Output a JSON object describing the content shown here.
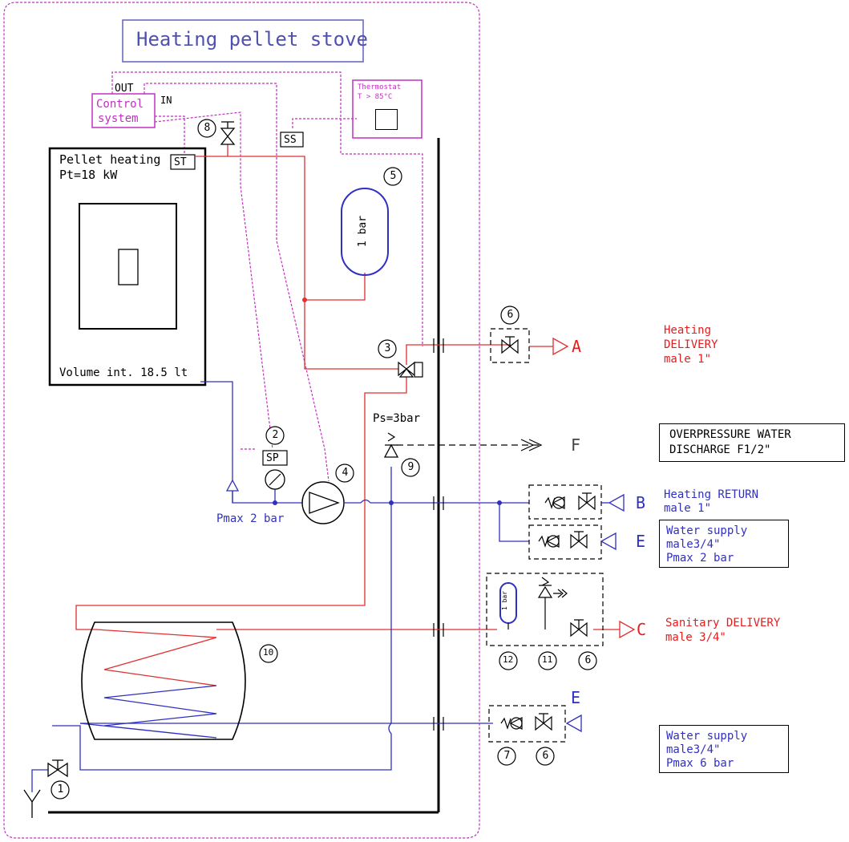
{
  "title": "Heating pellet stove",
  "control": {
    "line1": "Control",
    "line2": "system",
    "out": "OUT",
    "in": "IN"
  },
  "thermostat": {
    "line1": "Thermostat",
    "line2": "T > 85°C"
  },
  "sensors": {
    "st": "ST",
    "ss": "SS",
    "sp": "SP"
  },
  "boiler": {
    "name": "Pellet heating",
    "power": "Pt=18 kW",
    "volume": "Volume int. 18.5 lt"
  },
  "expansion_vessel": {
    "label": "1 bar"
  },
  "small_vessel": {
    "label": "1 bar"
  },
  "pressure": {
    "ps": "Ps=3bar",
    "pmax": "Pmax 2 bar"
  },
  "numbers": [
    "1",
    "2",
    "3",
    "4",
    "5",
    "6",
    "7",
    "8",
    "9",
    "10",
    "11",
    "12"
  ],
  "connections": {
    "A": {
      "letter": "A",
      "line1": "Heating",
      "line2": "DELIVERY",
      "line3": "male 1\"",
      "color": "#e02020"
    },
    "F": {
      "letter": "F",
      "line1": "OVERPRESSURE WATER",
      "line2": "DISCHARGE F1/2\""
    },
    "B": {
      "letter": "B",
      "line1": "Heating RETURN",
      "line2": "male 1\"",
      "color": "#3030c0"
    },
    "E1": {
      "letter": "E",
      "line1": "Water supply",
      "line2": "male3/4\"",
      "line3": "Pmax 2 bar"
    },
    "C": {
      "letter": "C",
      "line1": "Sanitary DELIVERY",
      "line2": "male 3/4\"",
      "color": "#e02020"
    },
    "E2": {
      "letter": "E",
      "line1": "Water supply",
      "line2": "male3/4\"",
      "line3": "Pmax 6 bar"
    }
  },
  "colors": {
    "red_pipe": "#e03030",
    "blue_pipe": "#3030c0",
    "magenta_wire": "#c030c0",
    "frame": "#000000"
  }
}
